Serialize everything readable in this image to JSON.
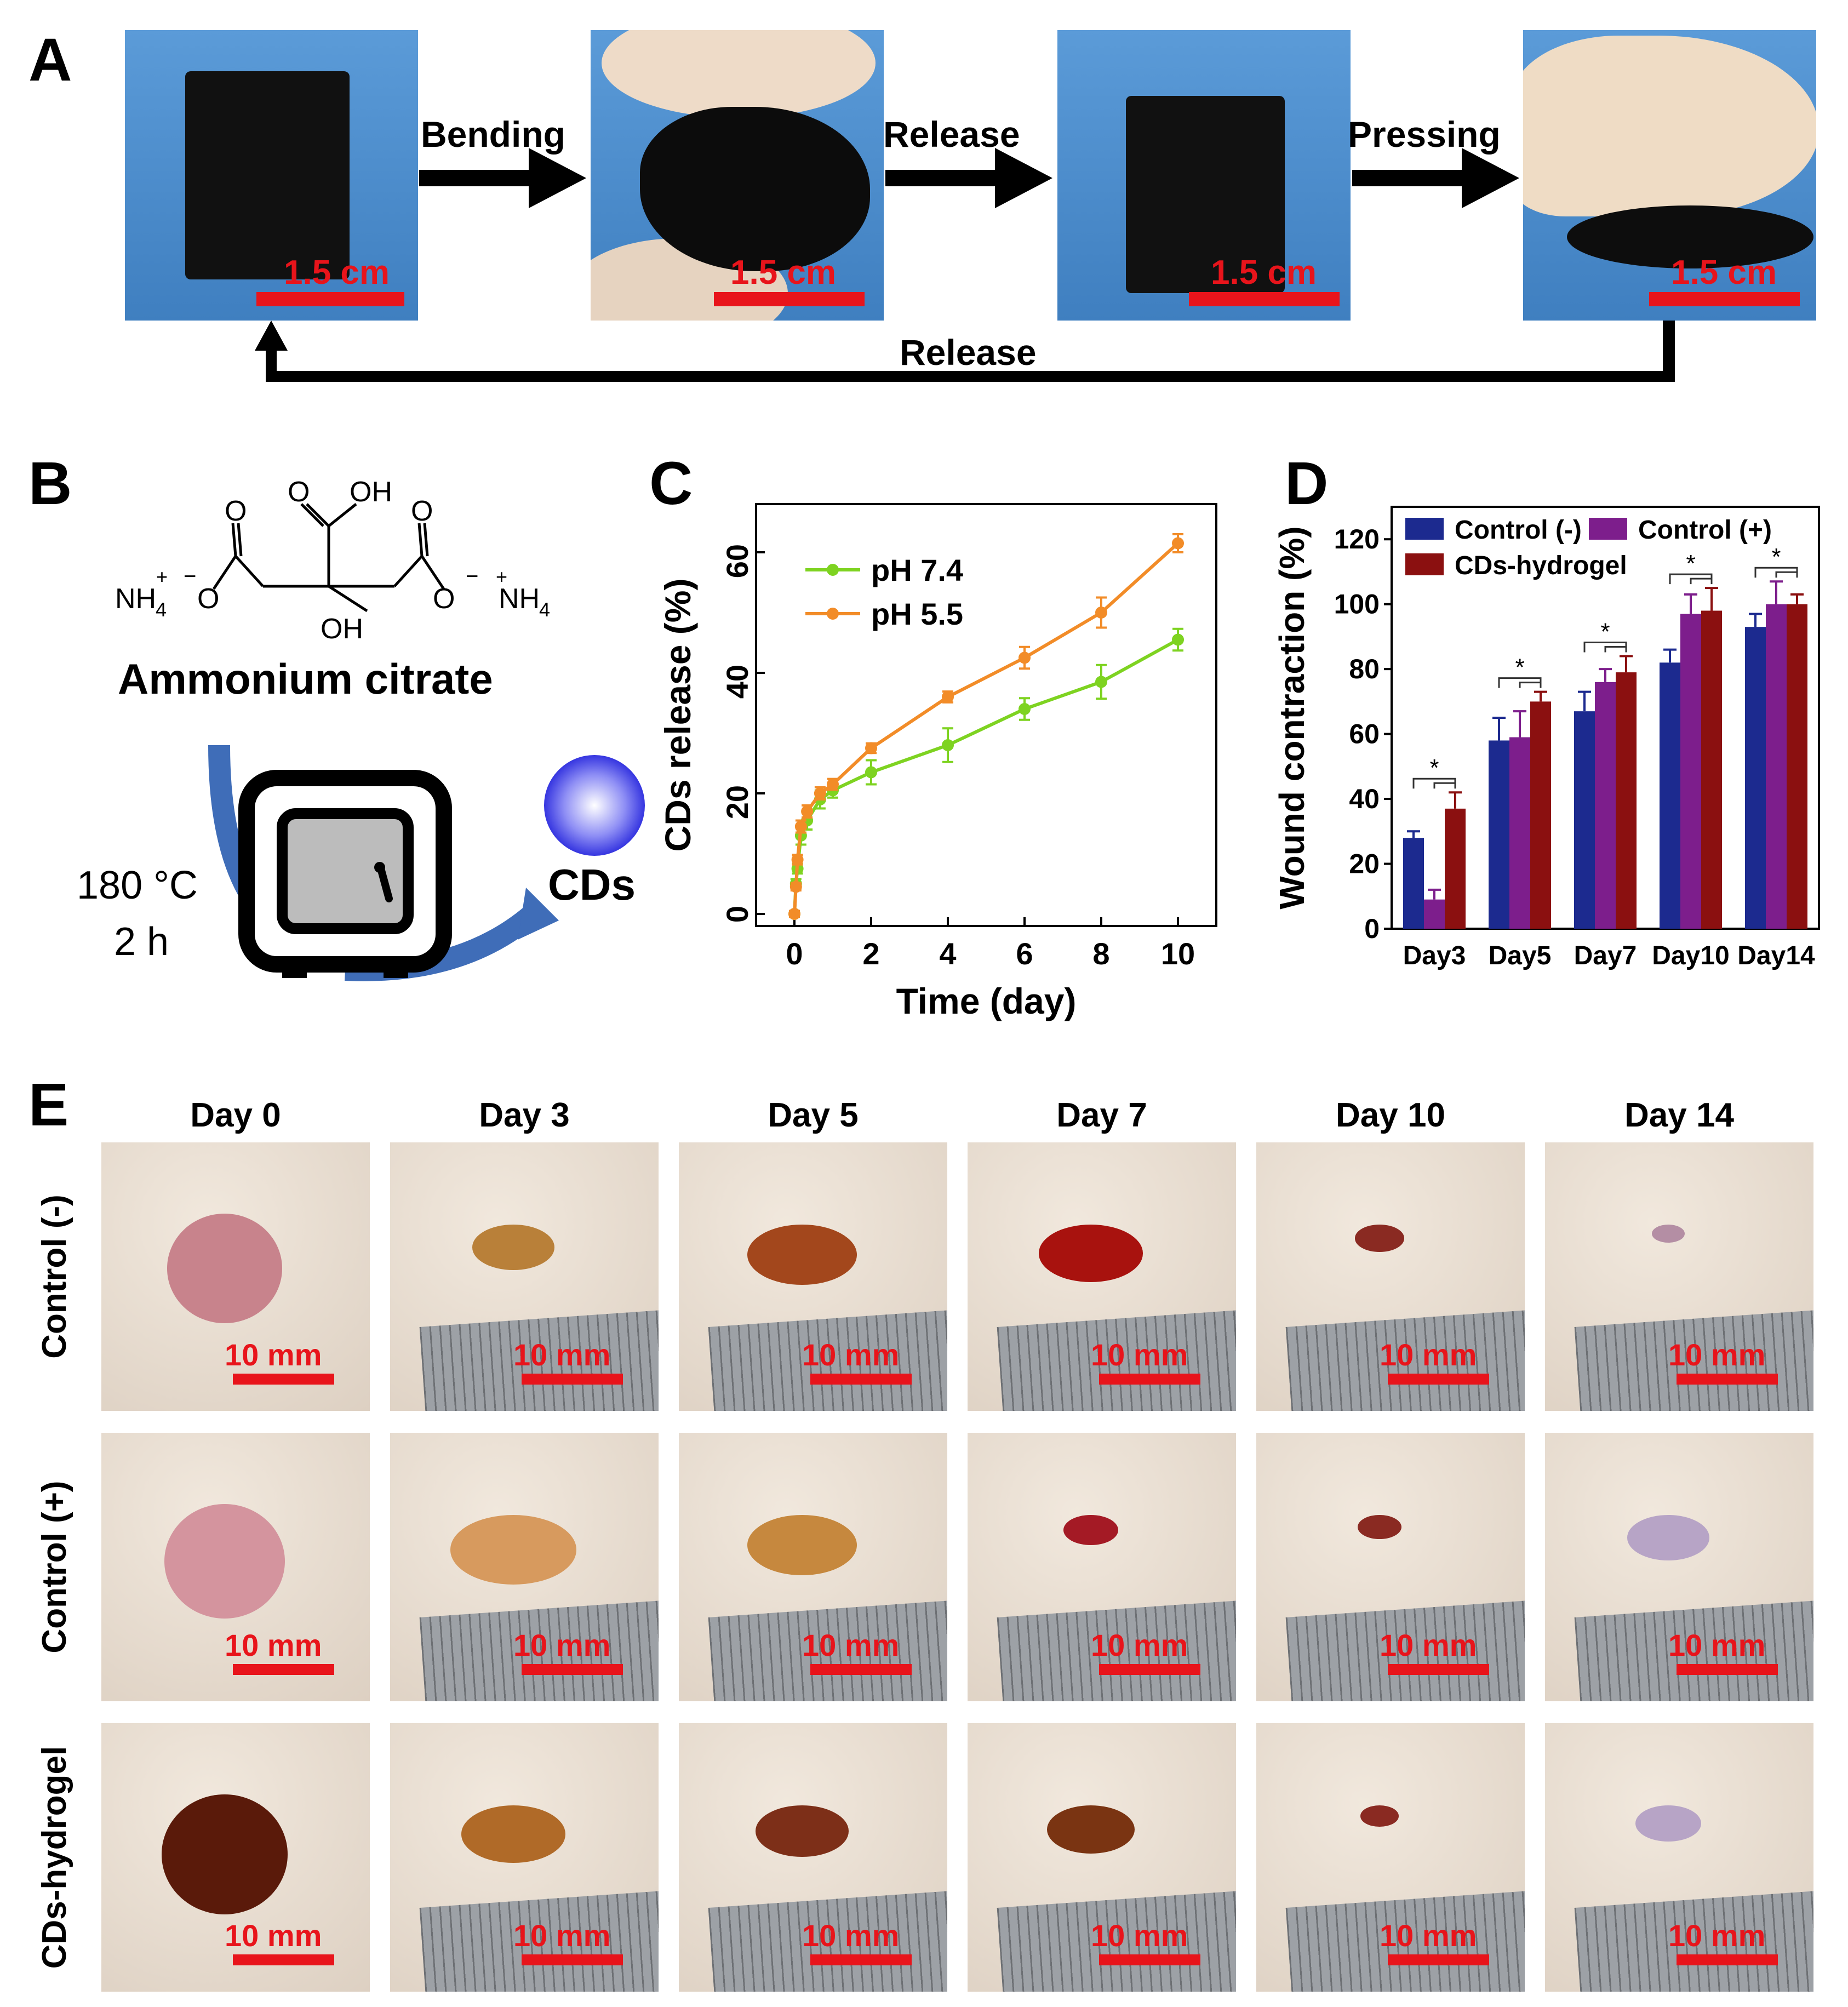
{
  "panel_a": {
    "letter": "A",
    "arrows": [
      "Bending",
      "Release",
      "Pressing"
    ],
    "return_label": "Release",
    "scale_label": "1.5 cm",
    "colors": {
      "background": "#4f8ecb",
      "gel": "#141414",
      "finger": "#eed9c3",
      "scale": "#e8141b"
    }
  },
  "panel_b": {
    "letter": "B",
    "molecule_name": "Ammonium citrate",
    "atoms": {
      "o": "O",
      "oh": "OH",
      "nh4": "NH",
      "nh4_sub": "4",
      "plus": "+",
      "minus": "−"
    },
    "temperature": "180 °C",
    "duration": "2 h",
    "product": "CDs"
  },
  "panel_c": {
    "letter": "C",
    "chart_data": {
      "type": "line",
      "xlabel": "Time (day)",
      "ylabel": "CDs release (%)",
      "xlim": [
        -1,
        11
      ],
      "ylim": [
        -2,
        68
      ],
      "xticks": [
        0,
        2,
        4,
        6,
        8,
        10
      ],
      "yticks": [
        0,
        20,
        40,
        60
      ],
      "grid": false,
      "legend": "top-left",
      "series": [
        {
          "name": "pH 7.4",
          "color": "#7ed321",
          "x": [
            0,
            0.04,
            0.08,
            0.17,
            0.33,
            0.67,
            1,
            2,
            4,
            6,
            8,
            10
          ],
          "y": [
            0,
            5,
            7.5,
            13,
            15.5,
            19,
            20.5,
            23.5,
            28,
            34,
            38.5,
            45.5
          ],
          "err": [
            0.5,
            0.8,
            0.8,
            1.5,
            1.5,
            1.5,
            1.2,
            2,
            2.8,
            1.8,
            2.8,
            1.8
          ]
        },
        {
          "name": "pH 5.5",
          "color": "#f28c28",
          "x": [
            0,
            0.04,
            0.08,
            0.17,
            0.33,
            0.67,
            1,
            2,
            4,
            6,
            8,
            10
          ],
          "y": [
            0,
            4.5,
            9,
            14.5,
            17,
            20,
            21.5,
            27.5,
            36,
            42.5,
            50,
            61.5
          ],
          "err": [
            0.5,
            0.6,
            0.8,
            1,
            1,
            1,
            0.9,
            0.8,
            0.9,
            1.8,
            2.5,
            1.5
          ]
        }
      ]
    }
  },
  "panel_d": {
    "letter": "D",
    "chart_data": {
      "type": "bar",
      "categories": [
        "Day3",
        "Day5",
        "Day7",
        "Day10",
        "Day14"
      ],
      "ylabel": "Wound contraction (%)",
      "xlabel": "",
      "ylim": [
        0,
        130
      ],
      "yticks": [
        0,
        20,
        40,
        60,
        80,
        100,
        120
      ],
      "legend": "top-left",
      "significance": "*",
      "series": [
        {
          "name": "Control (-)",
          "color": "#1c2a8f",
          "values": [
            28,
            58,
            67,
            82,
            93
          ],
          "err": [
            2,
            7,
            6,
            4,
            4
          ]
        },
        {
          "name": "Control (+)",
          "color": "#7d1e8c",
          "values": [
            9,
            59,
            76,
            97,
            100
          ],
          "err": [
            3,
            8,
            4,
            6,
            7
          ]
        },
        {
          "name": "CDs-hydrogel",
          "color": "#8b1010",
          "values": [
            37,
            70,
            79,
            98,
            100
          ],
          "err": [
            5,
            3,
            5,
            7,
            3
          ]
        }
      ]
    }
  },
  "panel_e": {
    "letter": "E",
    "columns": [
      "Day 0",
      "Day 3",
      "Day 5",
      "Day 7",
      "Day 10",
      "Day 14"
    ],
    "rows": [
      "Control (-)",
      "Control (+)",
      "CDs-hydrogel"
    ],
    "scale_label": "10 mm",
    "colors": {
      "skin": "#ddd0c2",
      "ruler": "#9da1a6",
      "scale": "#e8141b"
    }
  }
}
